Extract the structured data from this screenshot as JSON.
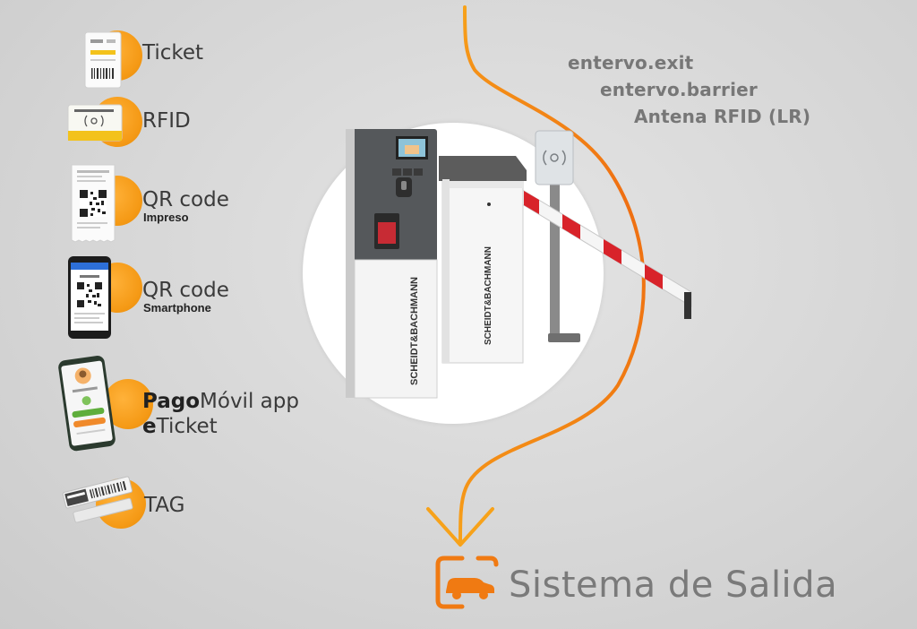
{
  "media": [
    {
      "label": "Ticket",
      "sub": "",
      "icon": "ticket-icon"
    },
    {
      "label": "RFID",
      "sub": "",
      "icon": "rfid-card-icon"
    },
    {
      "label": "QR code",
      "sub": "Impreso",
      "icon": "printed-qr-icon"
    },
    {
      "label": "QR code",
      "sub": "Smartphone",
      "icon": "smartphone-qr-icon"
    },
    {
      "label_bold": "Pago",
      "label_rest": "Móvil app",
      "label2_bold": "e",
      "label2_rest": "Ticket",
      "icon": "pagomovil-app-icon"
    },
    {
      "label": "TAG",
      "sub": "",
      "icon": "tag-icon"
    }
  ],
  "components": {
    "exit": "entervo.exit",
    "barrier": "entervo.barrier",
    "antenna": "Antena RFID (LR)"
  },
  "branding": {
    "kiosk_brand": "SCHEIDT&BACHMANN",
    "barrier_brand": "SCHEIDT&BACHMANN"
  },
  "footer": {
    "title": "Sistema de Salida",
    "icon": "car-exit-icon"
  },
  "colors": {
    "accent": "#f59a16",
    "flow_line": "#f07a12",
    "label_gray": "#777777"
  }
}
